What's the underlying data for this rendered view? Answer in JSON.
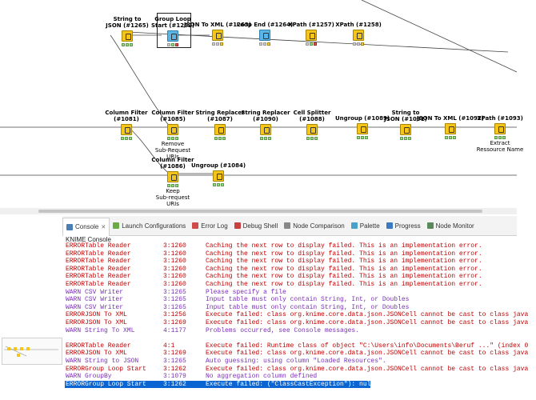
{
  "workflow": {
    "nodes": [
      {
        "name": "String to\nJSON (#1265)",
        "desc": "",
        "status": "ok",
        "icon_color": "#f5c518"
      },
      {
        "name": "Group Loop\nStart (#1262)",
        "desc": "",
        "status": "error",
        "icon_color": "#5bb6e8"
      },
      {
        "name": "JSON To XML (#1263)",
        "desc": "",
        "status": "idle",
        "icon_color": "#f5c518"
      },
      {
        "name": "Loop End (#1264)",
        "desc": "",
        "status": "idle",
        "icon_color": "#5bb6e8"
      },
      {
        "name": "XPath (#1257)",
        "desc": "",
        "status": "error",
        "icon_color": "#f5c518"
      },
      {
        "name": "XPath (#1258)",
        "desc": "",
        "status": "idle",
        "icon_color": "#f5c518"
      },
      {
        "name": "Column Filter\n(#1081)",
        "desc": "",
        "status": "ok",
        "icon_color": "#f5c518"
      },
      {
        "name": "Column Filter\n(#1085)",
        "desc": "Remove\nSub-Request\nURIs",
        "status": "ok",
        "icon_color": "#f5c518"
      },
      {
        "name": "String Replacer\n(#1087)",
        "desc": "",
        "status": "ok",
        "icon_color": "#f5c518"
      },
      {
        "name": "String Replacer\n(#1090)",
        "desc": "",
        "status": "ok",
        "icon_color": "#f5c518"
      },
      {
        "name": "Cell Splitter\n(#1088)",
        "desc": "",
        "status": "ok",
        "icon_color": "#f5c518"
      },
      {
        "name": "Ungroup (#1089)",
        "desc": "",
        "status": "ok",
        "icon_color": "#f5c518"
      },
      {
        "name": "String to\nJSON (#1091)",
        "desc": "",
        "status": "ok",
        "icon_color": "#f5c518"
      },
      {
        "name": "JSON To XML (#1092)",
        "desc": "",
        "status": "ok",
        "icon_color": "#f5c518"
      },
      {
        "name": "XPath (#1093)",
        "desc": "Extract\nRessource Name",
        "status": "ok",
        "icon_color": "#f5c518"
      },
      {
        "name": "Column Filter\n(#1086)",
        "desc": "Keep\nSub-request\nURIs",
        "status": "ok",
        "icon_color": "#f5c518"
      },
      {
        "name": "Ungroup (#1084)",
        "desc": "",
        "status": "ok",
        "icon_color": "#f5c518"
      }
    ]
  },
  "tabs": [
    {
      "label": "Console",
      "icon": "console-icon",
      "color": "#4a7fb5"
    },
    {
      "label": "Launch Configurations",
      "icon": "launch-configurations-icon",
      "color": "#6aaa4a"
    },
    {
      "label": "Error Log",
      "icon": "error-log-icon",
      "color": "#d04a4a"
    },
    {
      "label": "Debug Shell",
      "icon": "debug-shell-icon",
      "color": "#c84040"
    },
    {
      "label": "Node Comparison",
      "icon": "node-comparison-icon",
      "color": "#888888"
    },
    {
      "label": "Palette",
      "icon": "palette-icon",
      "color": "#4aa0c8"
    },
    {
      "label": "Progress",
      "icon": "progress-icon",
      "color": "#3a7ac0"
    },
    {
      "label": "Node Monitor",
      "icon": "node-monitor-icon",
      "color": "#5a8a5a"
    }
  ],
  "console": {
    "title": "KNIME Console",
    "rows": [
      {
        "level": "ERROR",
        "source": "Table Reader",
        "loc": "3:1260",
        "msg": "Caching the next row to display failed. This is an implementation error."
      },
      {
        "level": "ERROR",
        "source": "Table Reader",
        "loc": "3:1260",
        "msg": "Caching the next row to display failed. This is an implementation error."
      },
      {
        "level": "ERROR",
        "source": "Table Reader",
        "loc": "3:1260",
        "msg": "Caching the next row to display failed. This is an implementation error."
      },
      {
        "level": "ERROR",
        "source": "Table Reader",
        "loc": "3:1260",
        "msg": "Caching the next row to display failed. This is an implementation error."
      },
      {
        "level": "ERROR",
        "source": "Table Reader",
        "loc": "3:1260",
        "msg": "Caching the next row to display failed. This is an implementation error."
      },
      {
        "level": "ERROR",
        "source": "Table Reader",
        "loc": "3:1260",
        "msg": "Caching the next row to display failed. This is an implementation error."
      },
      {
        "level": "WARN",
        "source": "CSV Writer",
        "loc": "3:1265",
        "msg": "Please specify a file"
      },
      {
        "level": "WARN",
        "source": "CSV Writer",
        "loc": "3:1265",
        "msg": "Input table must only contain String, Int, or Doubles"
      },
      {
        "level": "WARN",
        "source": "CSV Writer",
        "loc": "3:1265",
        "msg": "Input table must only contain String, Int, or Doubles"
      },
      {
        "level": "ERROR",
        "source": "JSON To XML",
        "loc": "3:1256",
        "msg": "Execute failed: class org.knime.core.data.json.JSONCell cannot be cast to class java"
      },
      {
        "level": "ERROR",
        "source": "JSON To XML",
        "loc": "3:1269",
        "msg": "Execute failed: class org.knime.core.data.json.JSONCell cannot be cast to class java"
      },
      {
        "level": "WARN",
        "source": "String To XML",
        "loc": "4:1177",
        "msg": "Problems occurred, see Console messages."
      },
      {
        "level": "",
        "source": "",
        "loc": "",
        "msg": ""
      },
      {
        "level": "ERROR",
        "source": "Table Reader",
        "loc": "4:1",
        "msg": "Execute failed: Runtime class of object \"C:\\Users\\info\\Documents\\Beruf ...\" (index 0"
      },
      {
        "level": "ERROR",
        "source": "JSON To XML",
        "loc": "3:1269",
        "msg": "Execute failed: class org.knime.core.data.json.JSONCell cannot be cast to class java"
      },
      {
        "level": "WARN",
        "source": "String to JSON",
        "loc": "3:1265",
        "msg": "Auto guessing: using column \"Loaded Resources\"."
      },
      {
        "level": "ERROR",
        "source": "Group Loop Start",
        "loc": "3:1262",
        "msg": "Execute failed: class org.knime.core.data.json.JSONCell cannot be cast to class java"
      },
      {
        "level": "WARN",
        "source": "GroupBy",
        "loc": "3:1079",
        "msg": "No aggregation column defined"
      },
      {
        "level": "ERROR",
        "source": "Group Loop Start",
        "loc": "3:1262",
        "msg": "Execute failed: (\"ClassCastException\"): null",
        "selected": true
      }
    ]
  }
}
